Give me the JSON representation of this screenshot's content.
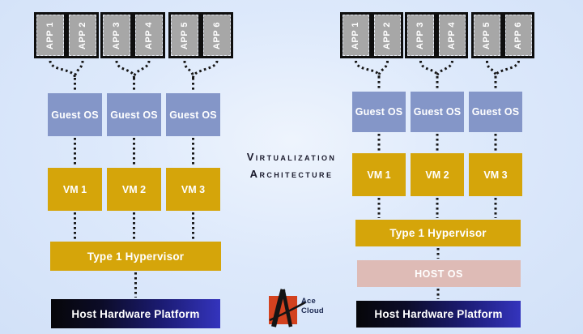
{
  "title": {
    "line1": "Virtualization",
    "line2": "Architecture"
  },
  "left_diagram": {
    "apps": [
      "APP 1",
      "APP 2",
      "APP 3",
      "APP 4",
      "APP 5",
      "APP 6"
    ],
    "guest_os": [
      "Guest OS",
      "Guest OS",
      "Guest OS"
    ],
    "vms": [
      "VM 1",
      "VM 2",
      "VM 3"
    ],
    "hypervisor": "Type 1 Hypervisor",
    "hardware": "Host Hardware Platform"
  },
  "right_diagram": {
    "apps": [
      "APP 1",
      "APP 2",
      "APP 3",
      "APP 4",
      "APP 5",
      "APP 6"
    ],
    "guest_os": [
      "Guest OS",
      "Guest OS",
      "Guest OS"
    ],
    "vms": [
      "VM 1",
      "VM 2",
      "VM 3"
    ],
    "hypervisor": "Type 1 Hypervisor",
    "host_os": "HOST OS",
    "hardware": "Host Hardware Platform"
  },
  "logo": {
    "line1": "Ace",
    "line2": "Cloud"
  },
  "colors": {
    "app_fill": "#a7a7a7",
    "guest_fill": "#8496c8",
    "gold_fill": "#d5a50a",
    "host_os_fill": "#debbb6",
    "hardware_gradient_start": "#060609",
    "hardware_gradient_end": "#3434bd",
    "background": "#dde9fb",
    "logo_red": "#d3421f"
  }
}
